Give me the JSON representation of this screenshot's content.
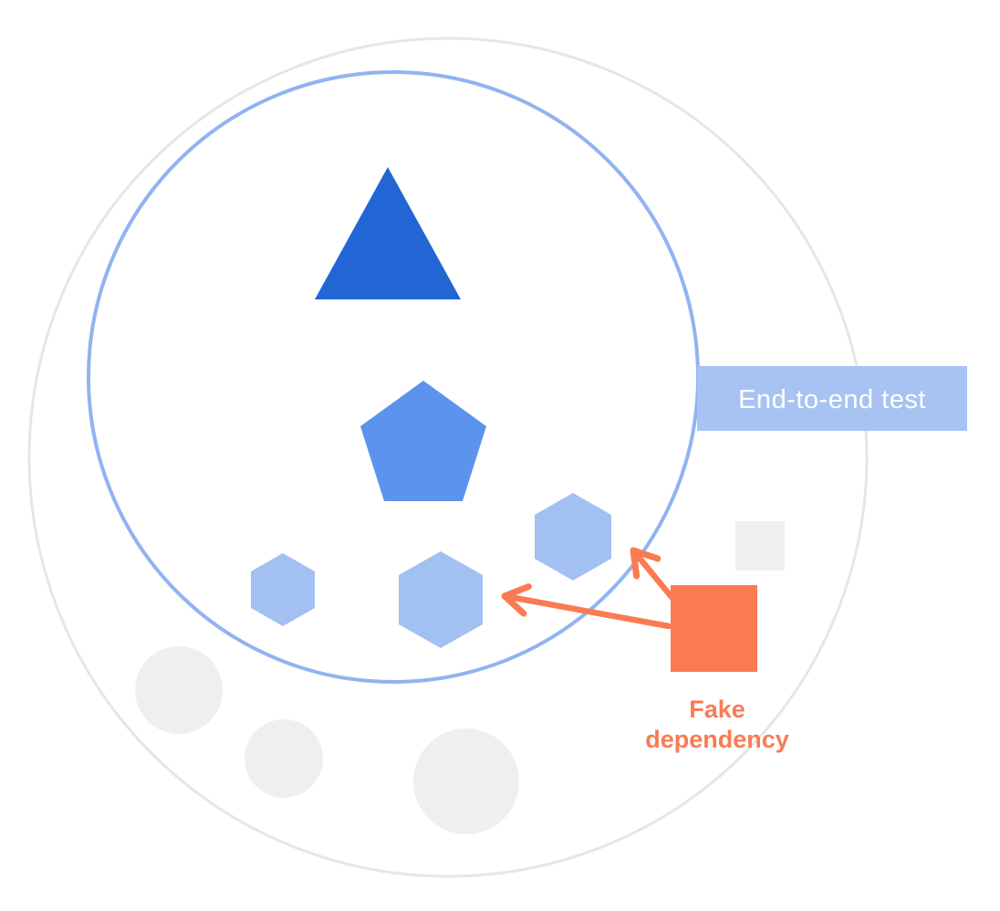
{
  "diagram": {
    "ribbon": {
      "label": "End-to-end test",
      "bg": "#A6C3F2",
      "text_color": "#FFFFFF"
    },
    "fake_dependency": {
      "label_line1": "Fake",
      "label_line2": "dependency",
      "color": "#FA7B52"
    },
    "colors": {
      "background": "#FFFFFF",
      "outer_circle_stroke": "#E6E6E6",
      "boundary_circle_stroke": "#91B3F0",
      "boundary_circle_fill": "#FFFFFF",
      "triangle": "#2166D4",
      "pentagon": "#5C93EC",
      "hexagon": "#A2C0F2",
      "gray_shape": "#EFEFEF",
      "arrow": "#FA7B52"
    }
  }
}
